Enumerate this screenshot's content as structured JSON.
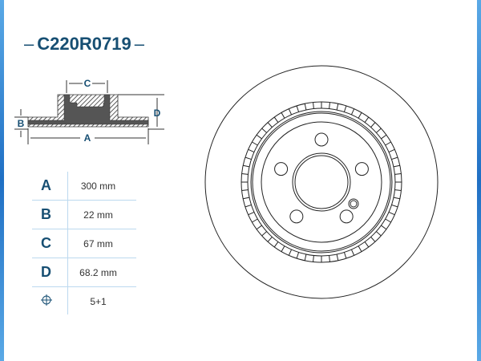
{
  "part_number": "C220R0719",
  "title_dash": "–",
  "profile_labels": {
    "a": "A",
    "b": "B",
    "c": "C",
    "d": "D"
  },
  "specs": [
    {
      "key": "A",
      "value": "300 mm"
    },
    {
      "key": "B",
      "value": "22 mm"
    },
    {
      "key": "C",
      "value": "67 mm"
    },
    {
      "key": "D",
      "value": "68.2 mm"
    },
    {
      "key_icon": "bolt-pattern-icon",
      "value": "5+1"
    }
  ],
  "colors": {
    "title": "#174f73",
    "frame": "#1f6fc4",
    "grid": "#bcd9ef"
  }
}
